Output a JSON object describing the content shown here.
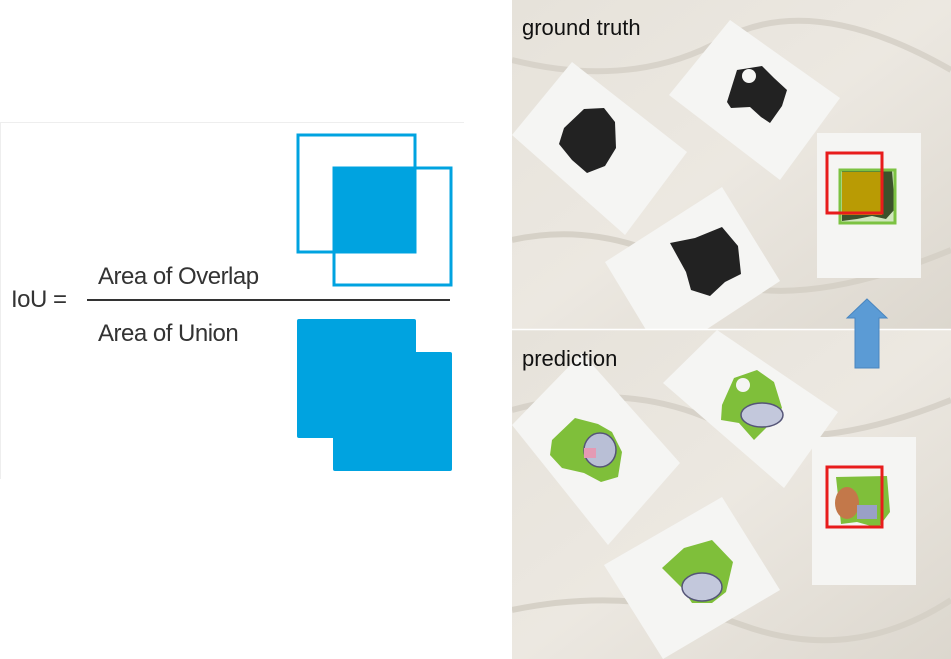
{
  "formula": {
    "lhs": "IoU =",
    "numerator": "Area of Overlap",
    "denominator": "Area of Union"
  },
  "photos": {
    "top_caption": "ground truth",
    "bottom_caption": "prediction"
  },
  "colors": {
    "iou_blue": "#00a3e0",
    "box_red": "#e81c1c",
    "box_green": "#7cc242",
    "arrow_blue": "#5b9bd5"
  },
  "icons": [
    "up-arrow-icon"
  ]
}
